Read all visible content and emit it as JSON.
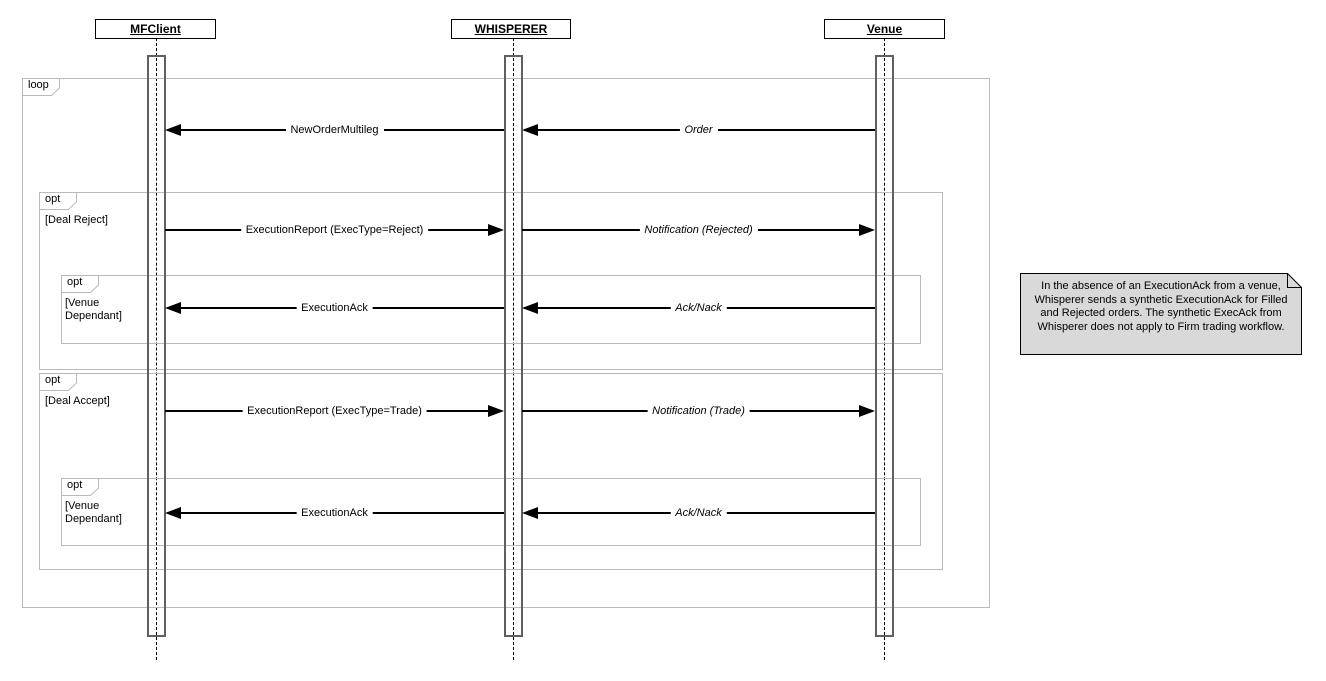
{
  "actors": [
    {
      "label": "MFClient"
    },
    {
      "label": "WHISPERER"
    },
    {
      "label": "Venue"
    }
  ],
  "frames": {
    "loop": {
      "operator": "loop"
    },
    "deal_reject": {
      "operator": "opt",
      "guard": "[Deal Reject]"
    },
    "venue_dependant_1": {
      "operator": "opt",
      "guard": "[Venue Dependant]"
    },
    "deal_accept": {
      "operator": "opt",
      "guard": "[Deal Accept]"
    },
    "venue_dependant_2": {
      "operator": "opt",
      "guard": "[Venue Dependant]"
    }
  },
  "messages": [
    {
      "label": "NewOrderMultileg",
      "from": "WHISPERER",
      "to": "MFClient",
      "style": "normal"
    },
    {
      "label": "Order",
      "from": "Venue",
      "to": "WHISPERER",
      "style": "italic"
    },
    {
      "label": "ExecutionReport (ExecType=Reject)",
      "from": "MFClient",
      "to": "WHISPERER",
      "style": "normal"
    },
    {
      "label": "Notification (Rejected)",
      "from": "WHISPERER",
      "to": "Venue",
      "style": "italic"
    },
    {
      "label": "ExecutionAck",
      "from": "WHISPERER",
      "to": "MFClient",
      "style": "normal"
    },
    {
      "label": "Ack/Nack",
      "from": "Venue",
      "to": "WHISPERER",
      "style": "italic"
    },
    {
      "label": "ExecutionReport (ExecType=Trade)",
      "from": "MFClient",
      "to": "WHISPERER",
      "style": "normal"
    },
    {
      "label": "Notification (Trade)",
      "from": "WHISPERER",
      "to": "Venue",
      "style": "italic"
    },
    {
      "label": "ExecutionAck",
      "from": "WHISPERER",
      "to": "MFClient",
      "style": "normal"
    },
    {
      "label": "Ack/Nack",
      "from": "Venue",
      "to": "WHISPERER",
      "style": "italic"
    }
  ],
  "note": {
    "text": "In the absence of an ExecutionAck from a venue, Whisperer sends a synthetic ExecutionAck for Filled and Rejected orders. The synthetic ExecAck from Whisperer does not apply to Firm trading workflow."
  },
  "colors": {
    "frame_border": "#bababa",
    "note_fill": "#d9d9d9",
    "arrow": "#000000",
    "activation_border": "#5f5f5f"
  }
}
